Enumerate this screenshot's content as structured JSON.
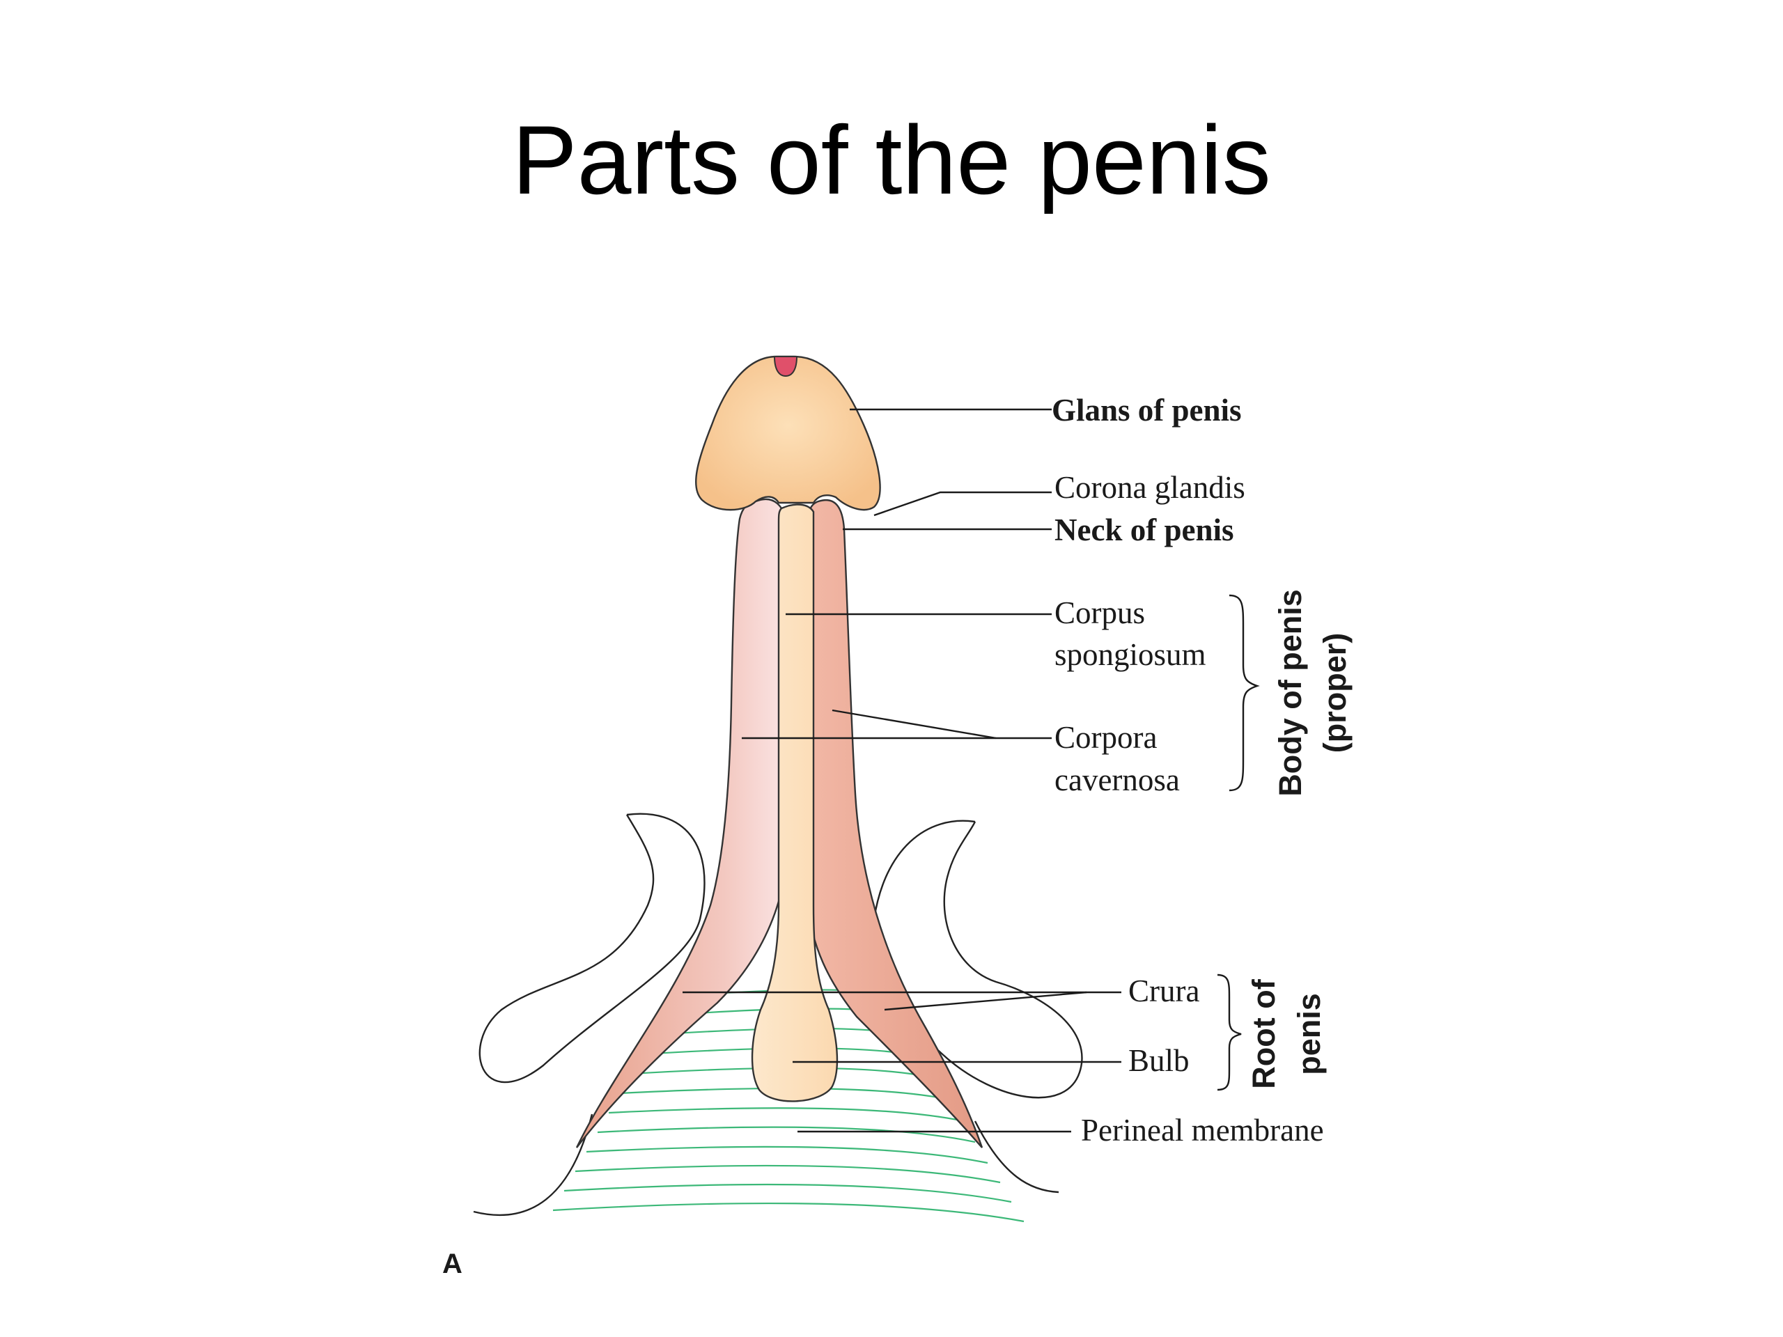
{
  "title": "Parts of the penis",
  "figure_letter": "A",
  "labels": {
    "glans": "Glans of penis",
    "corona": "Corona glandis",
    "neck": "Neck of penis",
    "spongiosum_1": "Corpus",
    "spongiosum_2": "spongiosum",
    "cavernosa_1": "Corpora",
    "cavernosa_2": "cavernosa",
    "crura": "Crura",
    "bulb": "Bulb",
    "perineal": "Perineal membrane"
  },
  "groups": {
    "body_1": "Body of penis",
    "body_2": "(proper)",
    "root_1": "Root of",
    "root_2": "penis"
  },
  "colors": {
    "glans": "#f7c98e",
    "corpus_cavernosum": "#e8a08a",
    "corpus_spongiosum": "#fde3c0",
    "meatus": "#e0506a",
    "membrane_fibers": "#3cb878"
  }
}
